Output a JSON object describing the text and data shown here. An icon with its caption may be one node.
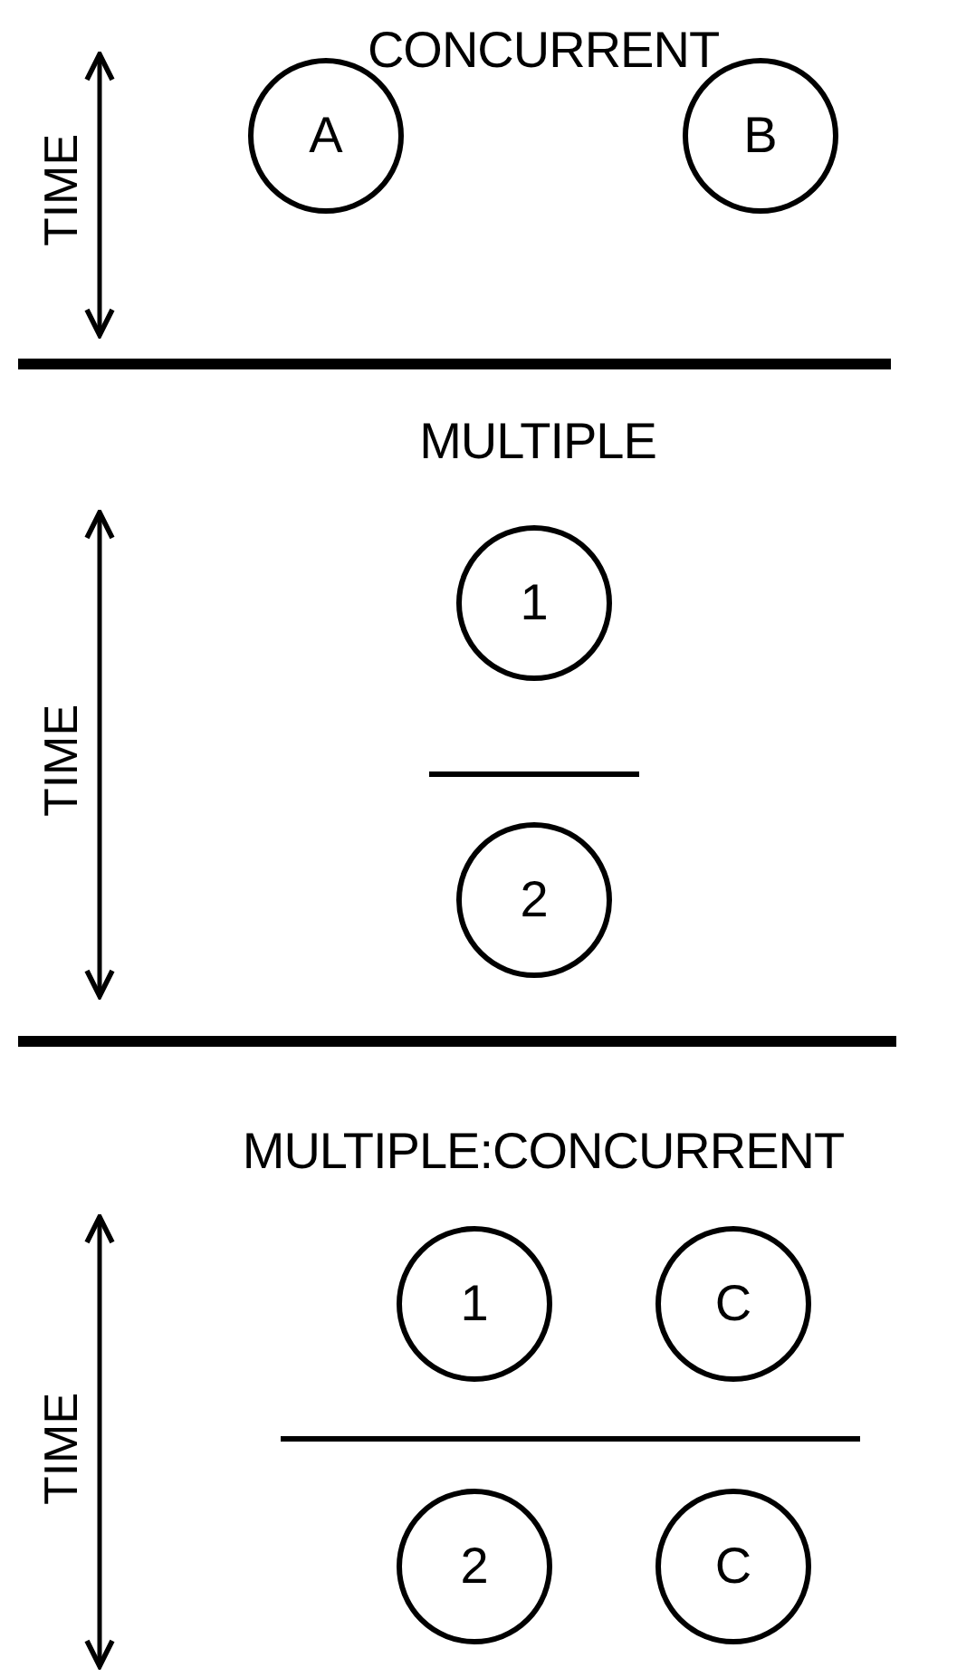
{
  "diagram": {
    "nodes": [
      {
        "text": [
          "A"
        ]
      },
      {
        "text": [
          "B"
        ]
      },
      {
        "text": [
          "1"
        ]
      },
      {
        "text": [
          "2"
        ]
      },
      {
        "text": [
          "1"
        ]
      },
      {
        "text": [
          "C"
        ]
      },
      {
        "text": [
          "2"
        ]
      },
      {
        "text": [
          "C"
        ]
      }
    ],
    "labels": [
      "CONCURRENT",
      "TIME",
      "MULTIPLE",
      "TIME",
      "MULTIPLE:CONCURRENT",
      "TIME"
    ]
  }
}
